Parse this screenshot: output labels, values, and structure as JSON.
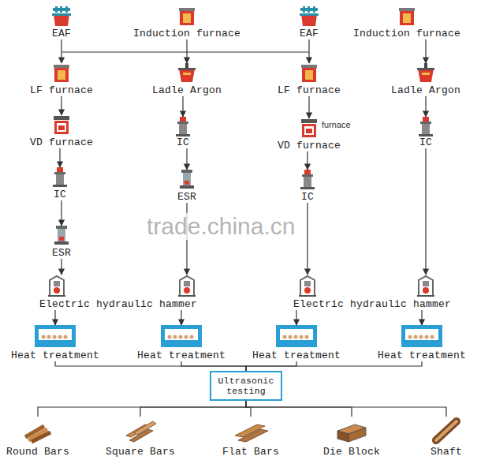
{
  "diagram": {
    "nodes": [
      {
        "text": [
          "EAF"
        ]
      },
      {
        "text": [
          "Induction furnace"
        ]
      },
      {
        "text": [
          "EAF"
        ]
      },
      {
        "text": [
          "Induction furnace"
        ]
      },
      {
        "text": [
          "LF furnace"
        ]
      },
      {
        "text": [
          "Ladle Argon"
        ]
      },
      {
        "text": [
          "LF furnace"
        ]
      },
      {
        "text": [
          "Ladle Argon"
        ]
      },
      {
        "text": [
          "VD furnace"
        ]
      },
      {
        "text": [
          "IC"
        ]
      },
      {
        "text": [
          "VD furnace"
        ]
      },
      {
        "text": [
          "IC"
        ]
      },
      {
        "text": [
          "IC"
        ]
      },
      {
        "text": [
          "ESR"
        ]
      },
      {
        "text": [
          "IC"
        ]
      },
      {
        "text": [
          "ESR"
        ]
      },
      {
        "text": [
          "Electric hydraulic hammer"
        ]
      },
      {
        "text": [
          "Electric hydraulic hammer"
        ]
      },
      {
        "text": [
          "Heat treatment"
        ]
      },
      {
        "text": [
          "Heat treatment"
        ]
      },
      {
        "text": [
          "Heat treatment"
        ]
      },
      {
        "text": [
          "Heat treatment"
        ]
      },
      {
        "text": [
          "Ultrasonic testing"
        ]
      },
      {
        "text": [
          "Round Bars"
        ]
      },
      {
        "text": [
          "Square Bars"
        ]
      },
      {
        "text": [
          "Flat Bars"
        ]
      },
      {
        "text": [
          "Die Block"
        ]
      },
      {
        "text": [
          "Shaft"
        ]
      }
    ],
    "edges": [
      {
        "from": 0,
        "to": 4,
        "arrow": "to"
      },
      {
        "from": 1,
        "to": 5,
        "arrow": "to"
      },
      {
        "from": 2,
        "to": 6,
        "arrow": "to"
      },
      {
        "from": 3,
        "to": 7,
        "arrow": "to"
      },
      {
        "from": 4,
        "to": 8,
        "arrow": "to"
      },
      {
        "from": 5,
        "to": 9,
        "arrow": "to"
      },
      {
        "from": 6,
        "to": 10,
        "arrow": "to"
      },
      {
        "from": 7,
        "to": 11,
        "arrow": "to"
      },
      {
        "from": 8,
        "to": 12,
        "arrow": "to"
      },
      {
        "from": 9,
        "to": 13,
        "arrow": "to"
      },
      {
        "from": 10,
        "to": 14,
        "arrow": "to"
      },
      {
        "from": 12,
        "to": 15,
        "arrow": "to"
      },
      {
        "from": 15,
        "to": 16,
        "arrow": "to"
      },
      {
        "from": 13,
        "to": 16,
        "arrow": "to"
      },
      {
        "from": 14,
        "to": 17,
        "arrow": "to"
      },
      {
        "from": 11,
        "to": 17,
        "arrow": "to"
      },
      {
        "from": 16,
        "to": 18,
        "arrow": "to"
      },
      {
        "from": 16,
        "to": 19,
        "arrow": "to"
      },
      {
        "from": 17,
        "to": 20,
        "arrow": "to"
      },
      {
        "from": 17,
        "to": 21,
        "arrow": "to"
      },
      {
        "from": 18,
        "to": 22,
        "arrow": "none"
      },
      {
        "from": 19,
        "to": 22,
        "arrow": "none"
      },
      {
        "from": 20,
        "to": 22,
        "arrow": "none"
      },
      {
        "from": 21,
        "to": 22,
        "arrow": "none"
      },
      {
        "from": 22,
        "to": 23,
        "arrow": "none"
      },
      {
        "from": 22,
        "to": 24,
        "arrow": "none"
      },
      {
        "from": 22,
        "to": 25,
        "arrow": "none"
      },
      {
        "from": 22,
        "to": 26,
        "arrow": "none"
      },
      {
        "from": 22,
        "to": 27,
        "arrow": "none"
      }
    ],
    "labels": [
      "furnace",
      "trade.china.cn"
    ]
  }
}
